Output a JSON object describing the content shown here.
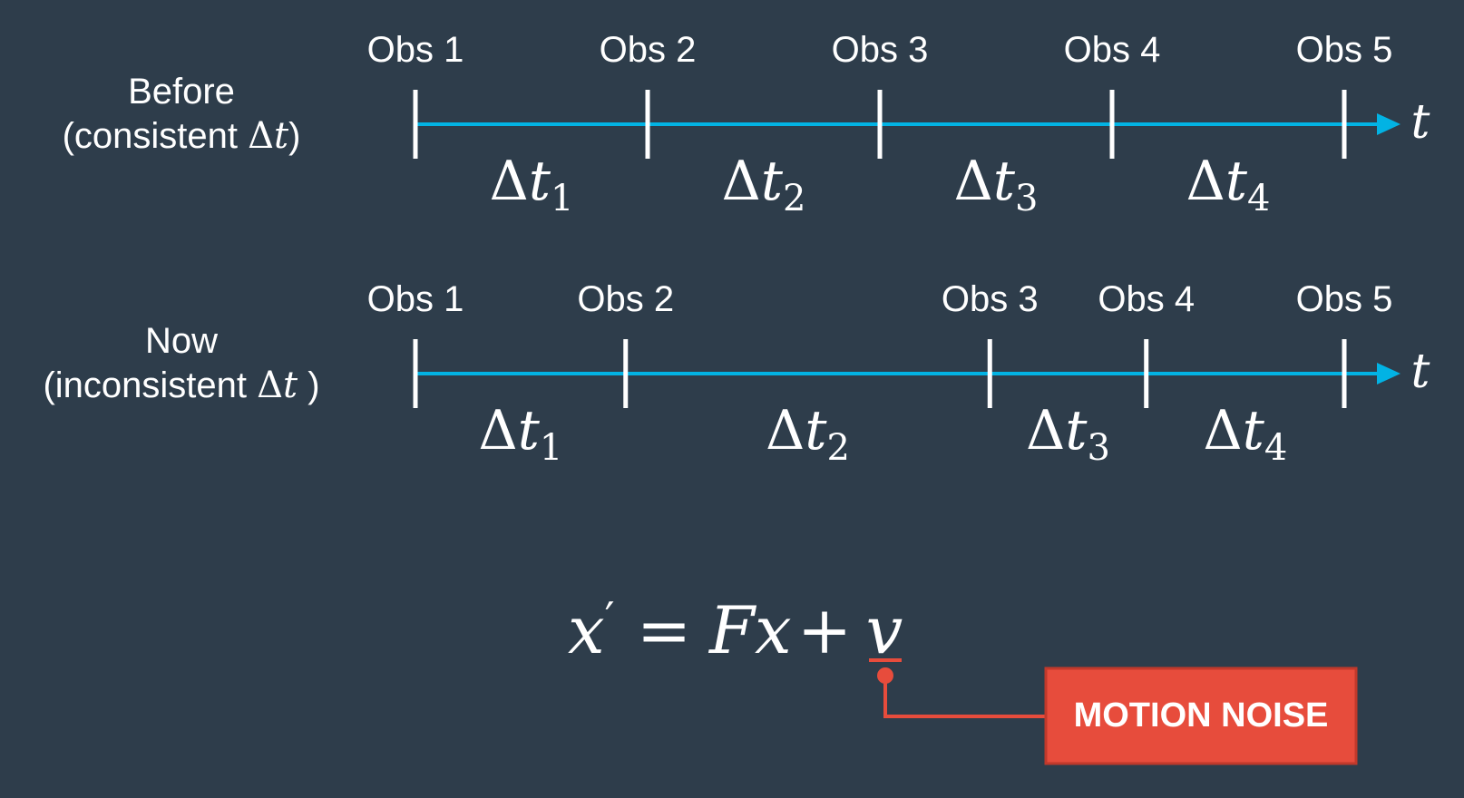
{
  "timelines": [
    {
      "id": "before",
      "row_label_line1": "Before",
      "row_label_line2_prefix": "(consistent ",
      "row_label_delta": "Δ",
      "row_label_var": "t",
      "row_label_line2_suffix": ")",
      "observations": [
        "Obs 1",
        "Obs 2",
        "Obs 3",
        "Obs 4",
        "Obs 5"
      ],
      "obs_positions": [
        0,
        1,
        2,
        3,
        4
      ],
      "intervals": [
        {
          "delta": "Δ",
          "var": "t",
          "sub": "1"
        },
        {
          "delta": "Δ",
          "var": "t",
          "sub": "2"
        },
        {
          "delta": "Δ",
          "var": "t",
          "sub": "3"
        },
        {
          "delta": "Δ",
          "var": "t",
          "sub": "4"
        }
      ],
      "axis_label": "t"
    },
    {
      "id": "now",
      "row_label_line1": "Now",
      "row_label_line2_prefix": "(inconsistent ",
      "row_label_delta": "Δ",
      "row_label_var": "t",
      "row_label_line2_suffix": " )",
      "observations": [
        "Obs 1",
        "Obs 2",
        "Obs 3",
        "Obs 4",
        "Obs 5"
      ],
      "obs_positions": [
        0,
        0.86,
        2.35,
        2.99,
        3.8
      ],
      "intervals": [
        {
          "delta": "Δ",
          "var": "t",
          "sub": "1"
        },
        {
          "delta": "Δ",
          "var": "t",
          "sub": "2"
        },
        {
          "delta": "Δ",
          "var": "t",
          "sub": "3"
        },
        {
          "delta": "Δ",
          "var": "t",
          "sub": "4"
        }
      ],
      "axis_label": "t"
    }
  ],
  "equation": {
    "lhs": "x",
    "prime": "′",
    "equals": "=",
    "term1": "Fx",
    "plus": "+",
    "noise_var": "v"
  },
  "callout": {
    "label": "MOTION NOISE",
    "color": "#e74c3c"
  },
  "colors": {
    "background": "#2e3d4b",
    "axis": "#02b3e4",
    "text": "#ffffff"
  }
}
